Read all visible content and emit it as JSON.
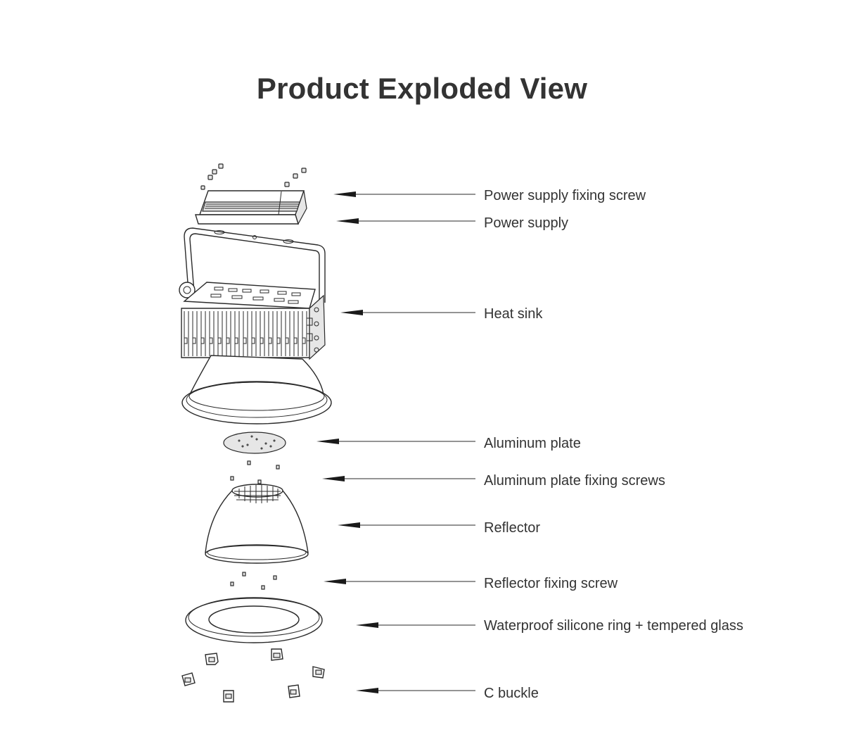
{
  "title": "Product Exploded View",
  "callouts": [
    {
      "id": "power-supply-fixing-screw",
      "label": "Power supply fixing screw"
    },
    {
      "id": "power-supply",
      "label": "Power supply"
    },
    {
      "id": "heat-sink",
      "label": "Heat sink"
    },
    {
      "id": "aluminum-plate",
      "label": "Aluminum plate"
    },
    {
      "id": "aluminum-plate-fixing-screws",
      "label": "Aluminum plate fixing screws"
    },
    {
      "id": "reflector",
      "label": "Reflector"
    },
    {
      "id": "reflector-fixing-screw",
      "label": "Reflector fixing screw"
    },
    {
      "id": "waterproof-ring-glass",
      "label": "Waterproof silicone ring + tempered glass"
    },
    {
      "id": "c-buckle",
      "label": "C buckle"
    }
  ],
  "colors": {
    "text": "#333333",
    "line": "#2a2a2a",
    "background": "#ffffff"
  }
}
